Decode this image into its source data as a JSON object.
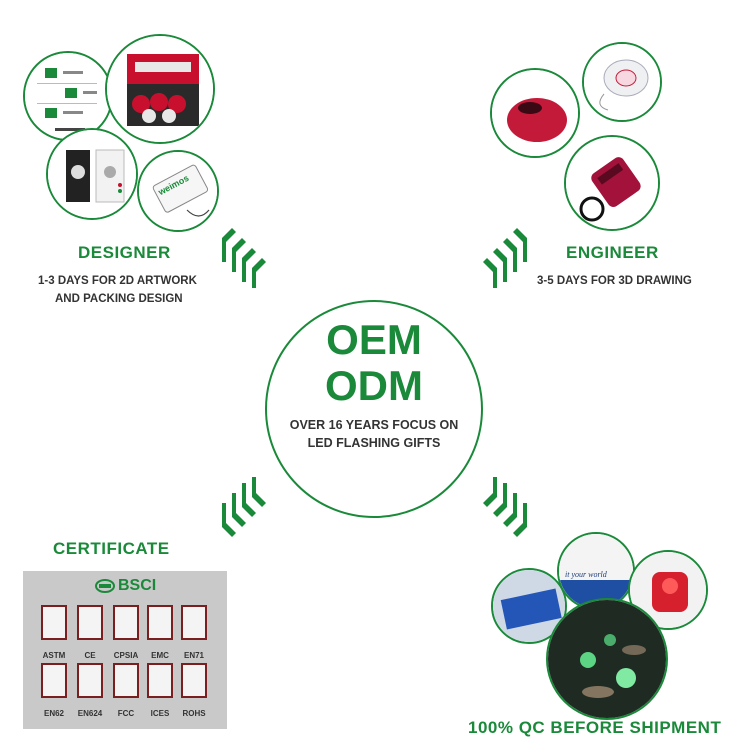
{
  "center": {
    "line1": "OEM",
    "line2": "ODM",
    "sub1": "OVER 16 YEARS FOCUS ON",
    "sub2": "LED FLASHING GIFTS"
  },
  "designer": {
    "title": "DESIGNER",
    "desc1": "1-3 DAYS FOR 2D ARTWORK",
    "desc2": "AND PACKING DESIGN",
    "photo_text": "weimos"
  },
  "engineer": {
    "title": "ENGINEER",
    "desc1": "3-5 DAYS FOR 3D DRAWING"
  },
  "certificate": {
    "title": "CERTIFICATE",
    "logo": "BSCI",
    "row1": [
      "ASTM",
      "CE",
      "CPSIA",
      "EMC",
      "EN71"
    ],
    "row2": [
      "EN62",
      "EN624",
      "FCC",
      "ICES",
      "ROHS"
    ]
  },
  "qc": {
    "title": "100% QC BEFORE SHIPMENT",
    "photo_text": "it your world"
  },
  "colors": {
    "brand_green": "#1a8a3a",
    "text_dark": "#333333"
  }
}
